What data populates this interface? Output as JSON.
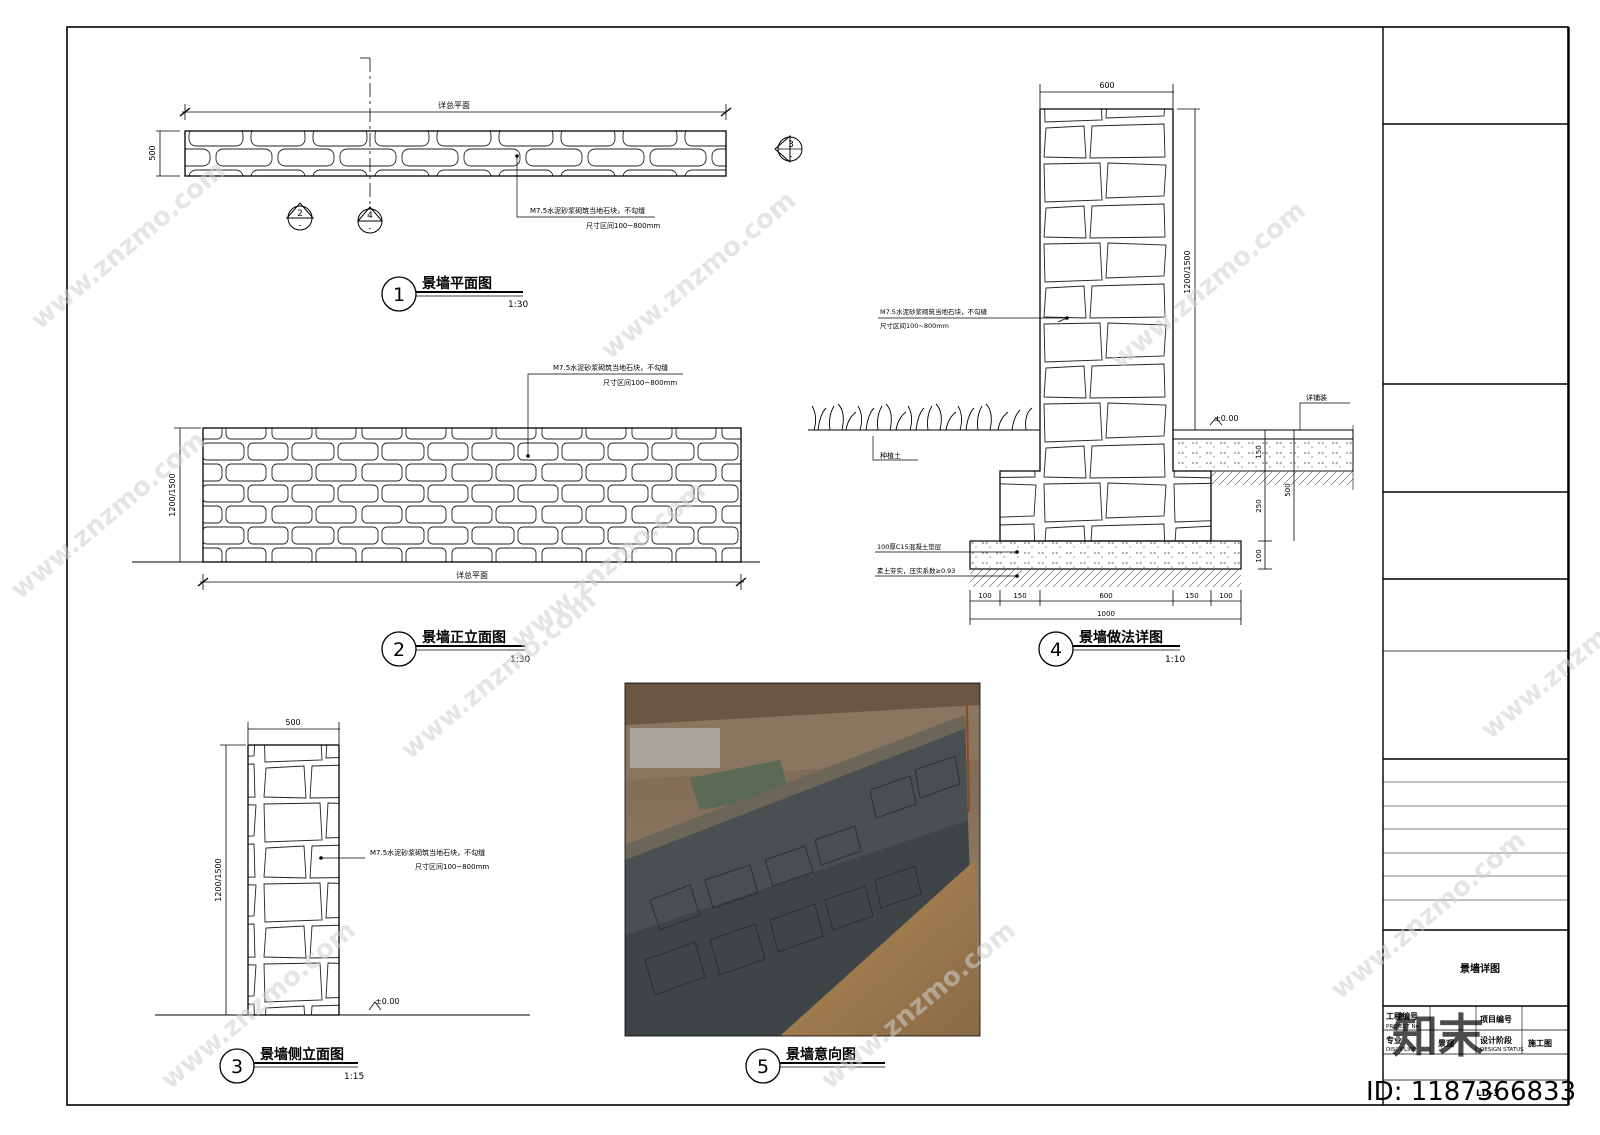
{
  "drawings": {
    "d1": {
      "number": "1",
      "title": "景墙平面图",
      "scale": "1:30",
      "dim_length": "详总平面",
      "dim_width": "500",
      "note_line1": "M7.5水泥砂浆砌筑当地石块，不勾缝",
      "note_line2": "尺寸区间100~800mm",
      "section_marks": [
        "2",
        "4",
        "3"
      ]
    },
    "d2": {
      "number": "2",
      "title": "景墙正立面图",
      "scale": "1:30",
      "dim_height": "1200/1500",
      "dim_length": "详总平面",
      "note_line1": "M7.5水泥砂浆砌筑当地石块，不勾缝",
      "note_line2": "尺寸区间100~800mm"
    },
    "d3": {
      "number": "3",
      "title": "景墙侧立面图",
      "scale": "1:15",
      "dim_width": "500",
      "dim_height": "1200/1500",
      "level": "±0.00",
      "note_line1": "M7.5水泥砂浆砌筑当地石块，不勾缝",
      "note_line2": "尺寸区间100~800mm"
    },
    "d4": {
      "number": "4",
      "title": "景墙做法详图",
      "scale": "1:10",
      "dim_top": "600",
      "dim_height": "1200/1500",
      "note_line1": "M7.5水泥砂浆砌筑当地石块，不勾缝",
      "note_line2": "尺寸区间100~800mm",
      "label_soil": "种植土",
      "label_paving": "详铺装",
      "level": "±0.00",
      "label_concrete": "100厚C15混凝土垫层",
      "label_compact": "素土夯实，压实系数≥0.93",
      "dims_right": [
        "150",
        "250",
        "500",
        "100"
      ],
      "dims_bottom": [
        "100",
        "150",
        "600",
        "150",
        "100"
      ],
      "dim_total": "1000"
    },
    "d5": {
      "number": "5",
      "title": "景墙意向图"
    }
  },
  "title_block": {
    "drawing_name": "景墙详图",
    "project_no_label": "工程编号",
    "project_no_label_en": "PROJECT No.",
    "field_b": "项目编号",
    "discipline_label": "专业",
    "discipline_label_en": "DISCIPLINE",
    "discipline_value": "景观",
    "status_label": "设计阶段",
    "status_label_en": "DESIGN STATUS",
    "status_value": "施工图",
    "sheet_no": "LD-3"
  },
  "watermark": {
    "brand": "知末",
    "site": "www.znzmo.com",
    "id": "ID: 1187366833"
  }
}
